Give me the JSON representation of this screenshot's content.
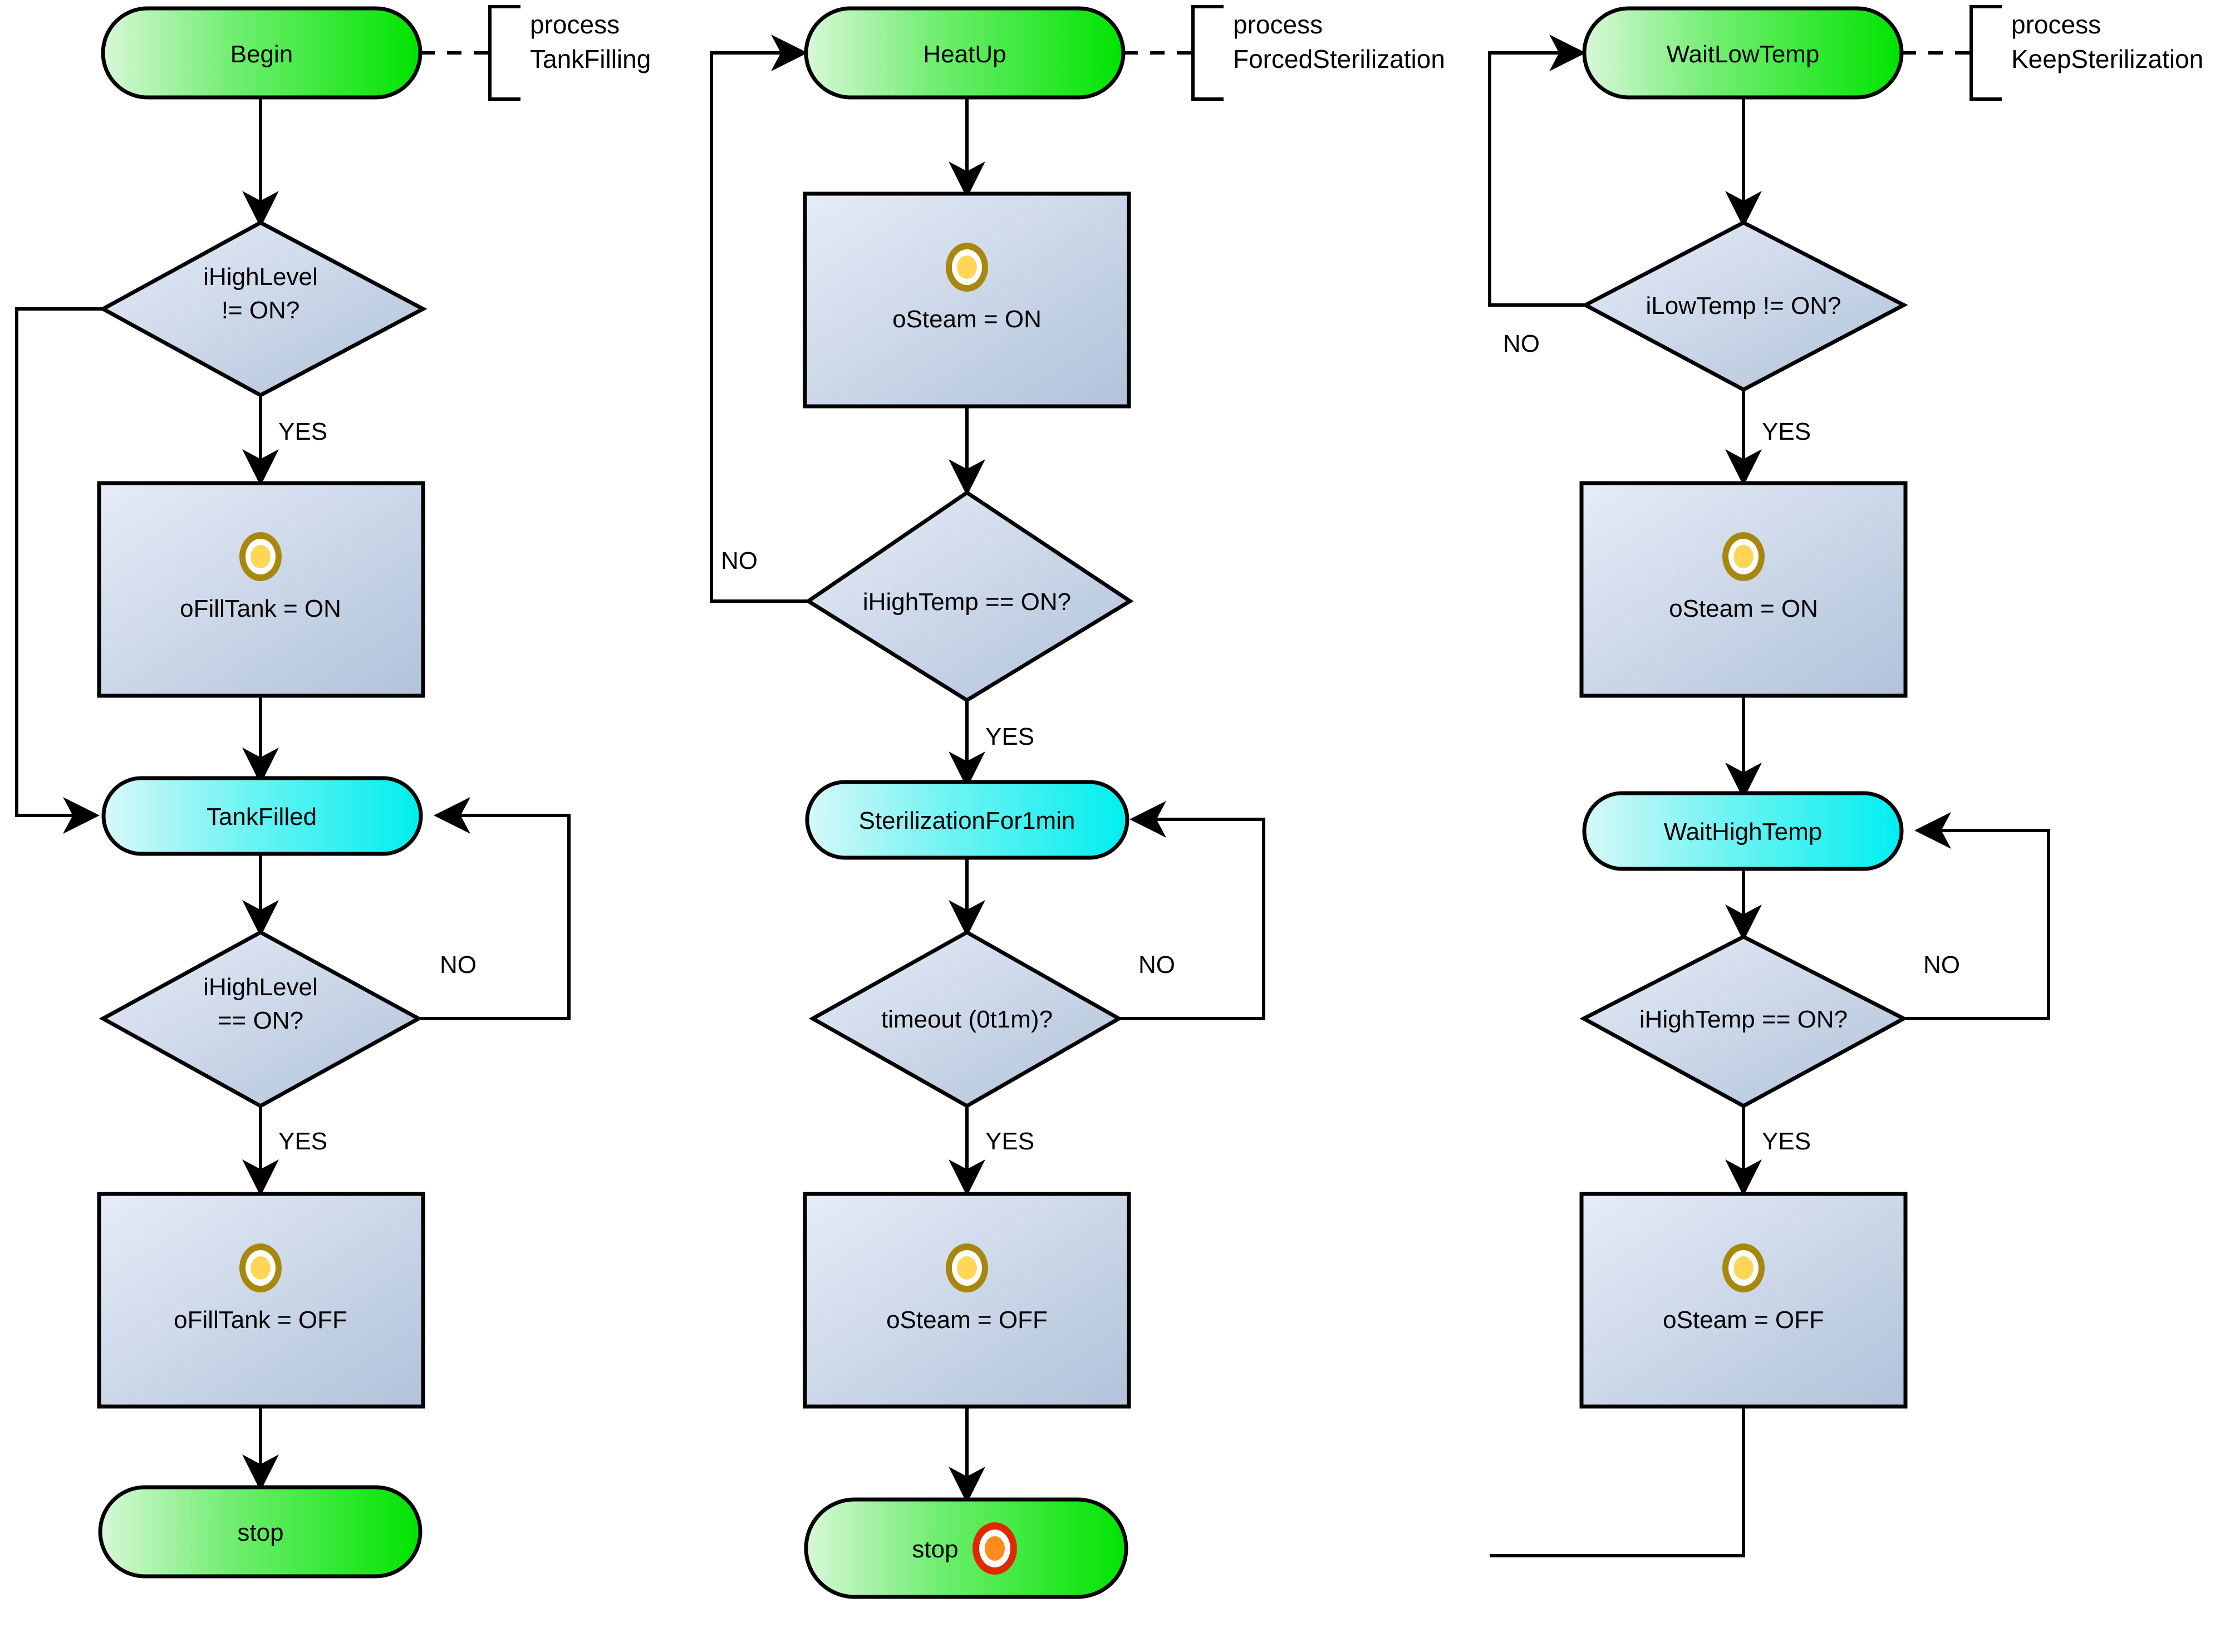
{
  "diagram": {
    "type": "flowchart",
    "title": "Sterilization process flowcharts",
    "columns": [
      {
        "id": "col-tankfilling",
        "process_annotation": {
          "line1": "process",
          "line2": "TankFilling"
        },
        "nodes": [
          {
            "id": "begin",
            "kind": "terminator-start",
            "label": "Begin"
          },
          {
            "id": "d-highlevel-1",
            "kind": "decision",
            "label_line1": "iHighLevel",
            "label_line2": "!= ON?"
          },
          {
            "id": "p-filltank-on",
            "kind": "process",
            "label": "oFillTank = ON",
            "icon": "gold-ring-icon"
          },
          {
            "id": "tankfilled",
            "kind": "state",
            "label": "TankFilled"
          },
          {
            "id": "d-highlevel-2",
            "kind": "decision",
            "label_line1": "iHighLevel",
            "label_line2": "== ON?"
          },
          {
            "id": "p-filltank-off",
            "kind": "process",
            "label": "oFillTank = OFF",
            "icon": "gold-ring-icon"
          },
          {
            "id": "stop-1",
            "kind": "terminator-stop",
            "label": "stop"
          }
        ],
        "edges": [
          {
            "from": "begin",
            "to": "d-highlevel-1",
            "label": ""
          },
          {
            "from": "d-highlevel-1",
            "to": "p-filltank-on",
            "label": "YES"
          },
          {
            "from": "d-highlevel-1",
            "to": "tankfilled",
            "label": ""
          },
          {
            "from": "p-filltank-on",
            "to": "tankfilled",
            "label": ""
          },
          {
            "from": "tankfilled",
            "to": "d-highlevel-2",
            "label": ""
          },
          {
            "from": "d-highlevel-2",
            "to": "tankfilled",
            "label": "NO"
          },
          {
            "from": "d-highlevel-2",
            "to": "p-filltank-off",
            "label": "YES"
          },
          {
            "from": "p-filltank-off",
            "to": "stop-1",
            "label": ""
          }
        ]
      },
      {
        "id": "col-forcedsterilization",
        "process_annotation": {
          "line1": "process",
          "line2": "ForcedSterilization"
        },
        "nodes": [
          {
            "id": "heatup",
            "kind": "terminator-start",
            "label": "HeatUp"
          },
          {
            "id": "p-steam-on-2",
            "kind": "process",
            "label": "oSteam = ON",
            "icon": "gold-ring-icon"
          },
          {
            "id": "d-hightemp-2",
            "kind": "decision",
            "label_line1": "iHighTemp == ON?",
            "label_line2": ""
          },
          {
            "id": "steril1min",
            "kind": "state",
            "label": "SterilizationFor1min"
          },
          {
            "id": "d-timeout",
            "kind": "decision",
            "label_line1": "timeout (0t1m)?",
            "label_line2": ""
          },
          {
            "id": "p-steam-off-2",
            "kind": "process",
            "label": "oSteam = OFF",
            "icon": "gold-ring-icon"
          },
          {
            "id": "stop-2",
            "kind": "terminator-stop",
            "label": "stop",
            "icon": "red-ring-icon"
          }
        ],
        "edges": [
          {
            "from": "heatup",
            "to": "p-steam-on-2",
            "label": ""
          },
          {
            "from": "p-steam-on-2",
            "to": "d-hightemp-2",
            "label": ""
          },
          {
            "from": "d-hightemp-2",
            "to": "heatup",
            "label": "NO"
          },
          {
            "from": "d-hightemp-2",
            "to": "steril1min",
            "label": "YES"
          },
          {
            "from": "steril1min",
            "to": "d-timeout",
            "label": ""
          },
          {
            "from": "d-timeout",
            "to": "steril1min",
            "label": "NO"
          },
          {
            "from": "d-timeout",
            "to": "p-steam-off-2",
            "label": "YES"
          },
          {
            "from": "p-steam-off-2",
            "to": "stop-2",
            "label": ""
          }
        ]
      },
      {
        "id": "col-keepsterilization",
        "process_annotation": {
          "line1": "process",
          "line2": "KeepSterilization"
        },
        "nodes": [
          {
            "id": "waitlowtemp",
            "kind": "terminator-start",
            "label": "WaitLowTemp"
          },
          {
            "id": "d-lowtemp",
            "kind": "decision",
            "label_line1": "iLowTemp != ON?",
            "label_line2": ""
          },
          {
            "id": "p-steam-on-3",
            "kind": "process",
            "label": "oSteam = ON",
            "icon": "gold-ring-icon"
          },
          {
            "id": "waithightemp",
            "kind": "state",
            "label": "WaitHighTemp"
          },
          {
            "id": "d-hightemp-3",
            "kind": "decision",
            "label_line1": "iHighTemp == ON?",
            "label_line2": ""
          },
          {
            "id": "p-steam-off-3",
            "kind": "process",
            "label": "oSteam = OFF",
            "icon": "gold-ring-icon"
          }
        ],
        "edges": [
          {
            "from": "waitlowtemp",
            "to": "d-lowtemp",
            "label": ""
          },
          {
            "from": "d-lowtemp",
            "to": "waitlowtemp",
            "label": "NO"
          },
          {
            "from": "d-lowtemp",
            "to": "p-steam-on-3",
            "label": "YES"
          },
          {
            "from": "p-steam-on-3",
            "to": "waithightemp",
            "label": ""
          },
          {
            "from": "waithightemp",
            "to": "d-hightemp-3",
            "label": ""
          },
          {
            "from": "d-hightemp-3",
            "to": "waithightemp",
            "label": "NO"
          },
          {
            "from": "d-hightemp-3",
            "to": "p-steam-off-3",
            "label": "YES"
          },
          {
            "from": "p-steam-off-3",
            "to": "waitlowtemp",
            "label": ""
          }
        ]
      }
    ],
    "labels": {
      "yes": "YES",
      "no": "NO",
      "process_word": "process"
    },
    "colors": {
      "terminator_green_light": "#d7f5d7",
      "terminator_green_dark": "#00e000",
      "state_cyan_light": "#d5f7f7",
      "state_cyan_dark": "#00eeee",
      "process_blue_light": "#e4ebf6",
      "process_blue_dark": "#b2c3db",
      "stroke": "#000000",
      "gold_ring": "#a8870d",
      "gold_center": "#ffd658",
      "red_ring": "#e02800",
      "red_center": "#ff8c1a",
      "background": "#ffffff"
    }
  }
}
